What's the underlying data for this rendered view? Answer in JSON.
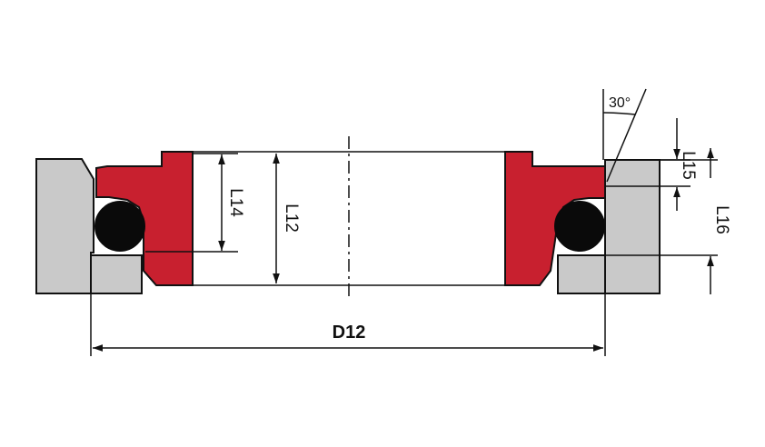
{
  "labels": {
    "l14": "L14",
    "l12": "L12",
    "l15": "L15",
    "l16": "L16",
    "d12": "D12",
    "angle": "30°"
  },
  "colors": {
    "seal_red": "#c8202f",
    "housing_gray": "#c9c9c9",
    "oring_black": "#0a0a0a",
    "line": "#111111",
    "background": "#ffffff"
  }
}
